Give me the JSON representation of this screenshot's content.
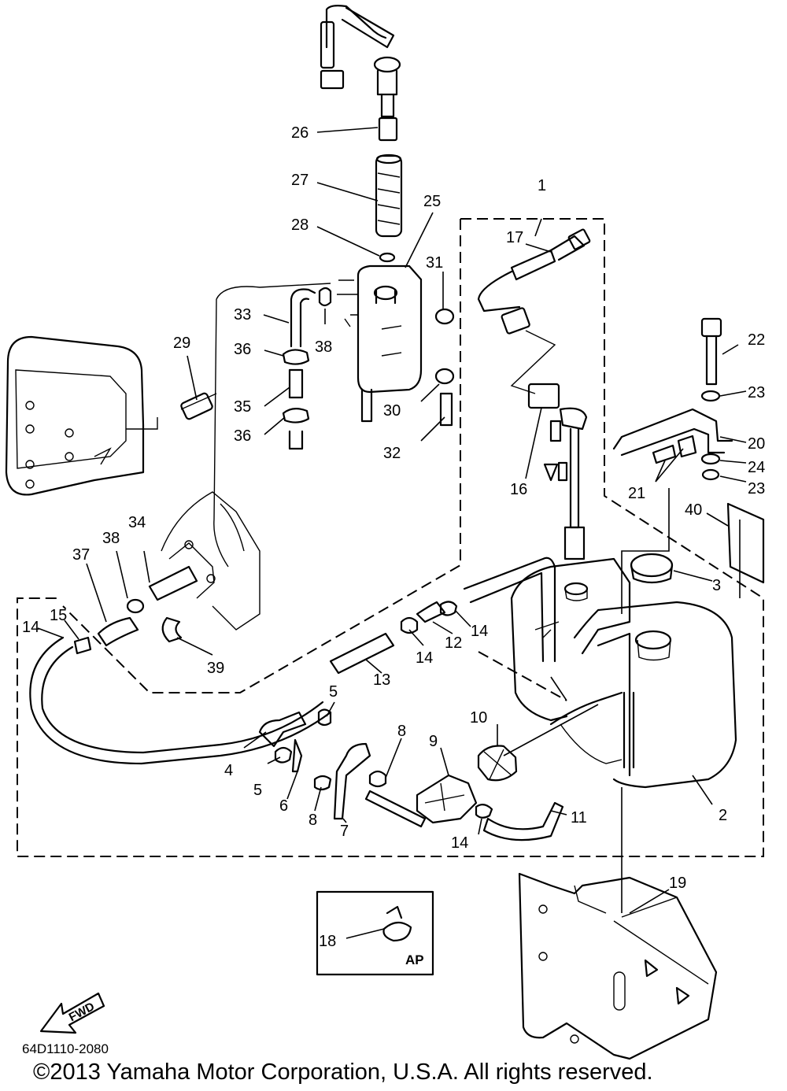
{
  "callouts": [
    "1",
    "2",
    "3",
    "4",
    "5",
    "5",
    "6",
    "7",
    "8",
    "8",
    "9",
    "10",
    "11",
    "12",
    "13",
    "14",
    "14",
    "14",
    "14",
    "15",
    "16",
    "17",
    "18",
    "19",
    "20",
    "21",
    "22",
    "23",
    "23",
    "24",
    "25",
    "26",
    "27",
    "28",
    "29",
    "30",
    "31",
    "32",
    "33",
    "34",
    "35",
    "36",
    "36",
    "37",
    "38",
    "38",
    "39",
    "40"
  ],
  "inset_label": "AP",
  "fwd_label": "FWD",
  "drawing_code": "64D1110-2080",
  "copyright": "©2013 Yamaha Motor Corporation, U.S.A. All rights reserved."
}
